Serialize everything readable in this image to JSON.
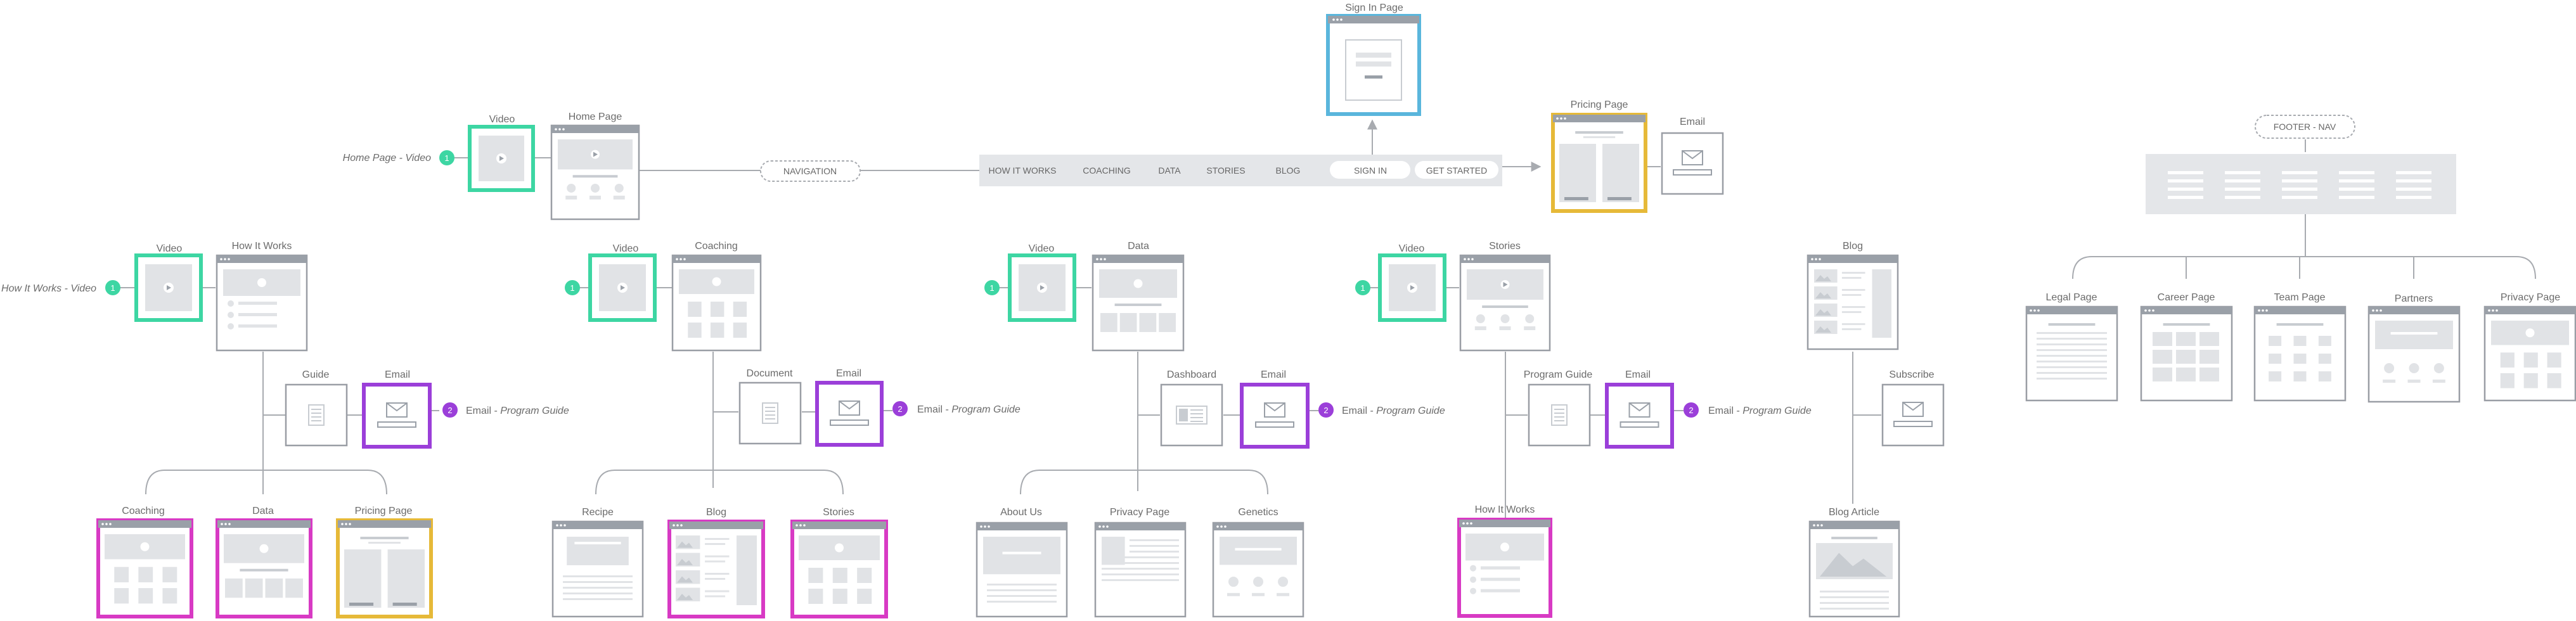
{
  "labels": {
    "sign_in_page": "Sign In Page",
    "home_video": "Video",
    "home_page": "Home Page",
    "home_caption": "Home Page - Video",
    "navigation": "NAVIGATION",
    "pricing_page_top": "Pricing Page",
    "email_top": "Email",
    "footer_nav": "FOOTER - NAV",
    "hiw_video": "Video",
    "how_it_works": "How It Works",
    "hiw_caption": "How It Works - Video",
    "guide": "Guide",
    "hiw_email": "Email",
    "hiw_email_caption_a": "Email - ",
    "hiw_email_caption_b": "Program Guide",
    "coach_video": "Video",
    "coaching": "Coaching",
    "document": "Document",
    "coach_email": "Email",
    "coach_email_caption_a": "Email - ",
    "coach_email_caption_b": "Program Guide",
    "data_video": "Video",
    "data": "Data",
    "dashboard": "Dashboard",
    "data_email": "Email",
    "data_email_caption_a": "Email - ",
    "data_email_caption_b": "Program Guide",
    "stories_video": "Video",
    "stories": "Stories",
    "program_guide": "Program Guide",
    "stories_email": "Email",
    "stories_email_caption_a": "Email - ",
    "stories_email_caption_b": "Program Guide",
    "blog": "Blog",
    "subscribe": "Subscribe",
    "blog_article": "Blog Article",
    "legal_page": "Legal Page",
    "career_page": "Career Page",
    "team_page": "Team Page",
    "partners": "Partners",
    "privacy_page_footer": "Privacy Page",
    "b_coaching": "Coaching",
    "b_data": "Data",
    "b_pricing": "Pricing Page",
    "b_recipe": "Recipe",
    "b_blog": "Blog",
    "b_stories": "Stories",
    "b_about": "About Us",
    "b_privacy": "Privacy Page",
    "b_genetics": "Genetics",
    "b_how_it_works": "How It Works"
  },
  "nav": {
    "how_it_works": "HOW IT WORKS",
    "coaching": "COACHING",
    "data": "DATA",
    "stories": "STORIES",
    "blog": "BLOG",
    "sign_in": "SIGN IN",
    "get_started": "GET STARTED"
  },
  "badges": {
    "one": "1",
    "two": "2"
  },
  "colors": {
    "video_border": "#3dd6a3",
    "email_border": "#9b3fd9",
    "page_border": "#d83ac4",
    "pricing_border": "#e6b938",
    "signin_border": "#5ab6dc",
    "card_border": "#9a9ea5",
    "connector": "#a8abb0"
  }
}
